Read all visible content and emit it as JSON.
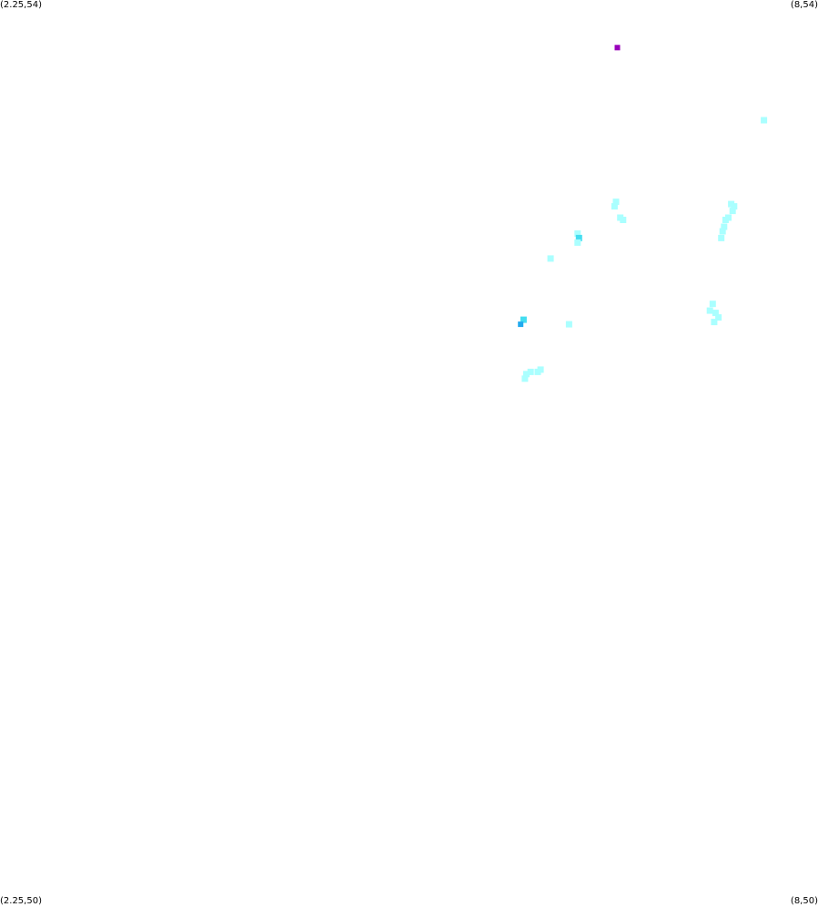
{
  "map": {
    "corners": {
      "top_left": "(2.25,54)",
      "top_right": "(8,54)",
      "bottom_left": "(2.25,50)",
      "bottom_right": "(8,50)"
    },
    "extent": {
      "lon_min": 2.25,
      "lon_max": 8,
      "lat_min": 50,
      "lat_max": 54
    },
    "colors": {
      "low": "#aaffff",
      "mid": "#44ddf0",
      "high": "#22aaee",
      "peak": "#9900bb"
    },
    "cells": [
      {
        "lon": 6.59,
        "lat": 53.79,
        "level": "peak"
      },
      {
        "lon": 7.62,
        "lat": 53.47,
        "level": "low"
      },
      {
        "lon": 6.58,
        "lat": 53.11,
        "level": "low"
      },
      {
        "lon": 6.57,
        "lat": 53.09,
        "level": "low"
      },
      {
        "lon": 6.63,
        "lat": 53.03,
        "level": "low"
      },
      {
        "lon": 6.61,
        "lat": 53.04,
        "level": "low"
      },
      {
        "lon": 7.39,
        "lat": 53.1,
        "level": "low"
      },
      {
        "lon": 7.41,
        "lat": 53.09,
        "level": "low"
      },
      {
        "lon": 7.4,
        "lat": 53.07,
        "level": "low"
      },
      {
        "lon": 7.37,
        "lat": 53.04,
        "level": "low"
      },
      {
        "lon": 7.35,
        "lat": 53.03,
        "level": "low"
      },
      {
        "lon": 7.34,
        "lat": 53.0,
        "level": "low"
      },
      {
        "lon": 7.33,
        "lat": 52.98,
        "level": "low"
      },
      {
        "lon": 7.32,
        "lat": 52.95,
        "level": "low"
      },
      {
        "lon": 6.31,
        "lat": 52.97,
        "level": "low"
      },
      {
        "lon": 6.32,
        "lat": 52.95,
        "level": "mid"
      },
      {
        "lon": 6.31,
        "lat": 52.93,
        "level": "low"
      },
      {
        "lon": 6.12,
        "lat": 52.86,
        "level": "low"
      },
      {
        "lon": 7.26,
        "lat": 52.66,
        "level": "low"
      },
      {
        "lon": 7.24,
        "lat": 52.63,
        "level": "low"
      },
      {
        "lon": 7.28,
        "lat": 52.62,
        "level": "low"
      },
      {
        "lon": 7.3,
        "lat": 52.6,
        "level": "low"
      },
      {
        "lon": 7.27,
        "lat": 52.58,
        "level": "low"
      },
      {
        "lon": 5.93,
        "lat": 52.59,
        "level": "mid"
      },
      {
        "lon": 5.91,
        "lat": 52.57,
        "level": "high"
      },
      {
        "lon": 6.25,
        "lat": 52.57,
        "level": "low"
      },
      {
        "lon": 6.03,
        "lat": 52.36,
        "level": "low"
      },
      {
        "lon": 6.05,
        "lat": 52.37,
        "level": "low"
      },
      {
        "lon": 5.95,
        "lat": 52.35,
        "level": "low"
      },
      {
        "lon": 5.98,
        "lat": 52.36,
        "level": "low"
      },
      {
        "lon": 5.94,
        "lat": 52.33,
        "level": "low"
      }
    ]
  }
}
